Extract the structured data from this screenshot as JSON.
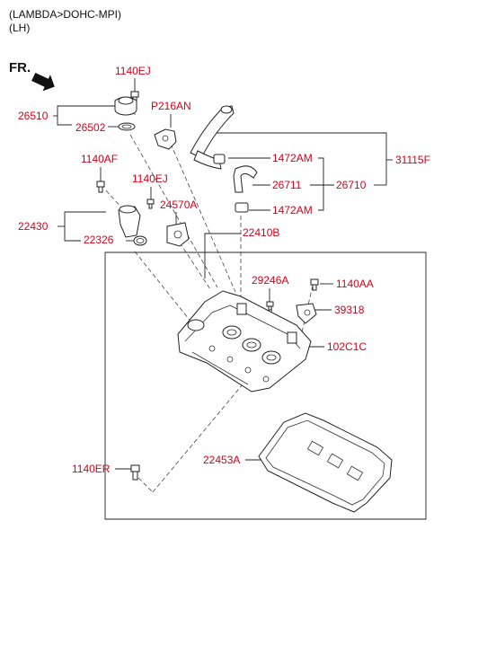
{
  "header": {
    "line1": "(LAMBDA>DOHC-MPI)",
    "line2": "(LH)"
  },
  "direction_label": "FR.",
  "parts": {
    "p1140EJ_top": "1140EJ",
    "p26510": "26510",
    "p26502": "26502",
    "pP216AN": "P216AN",
    "p1140AF": "1140AF",
    "p1140EJ_mid": "1140EJ",
    "p24570A": "24570A",
    "p1472AM_top": "1472AM",
    "p31115F": "31115F",
    "p26711": "26711",
    "p26710": "26710",
    "p1472AM_bot": "1472AM",
    "p22430": "22430",
    "p22326": "22326",
    "p22410B": "22410B",
    "p29246A": "29246A",
    "p1140AA": "1140AA",
    "p39318": "39318",
    "p102C1C": "102C1C",
    "p22453A": "22453A",
    "p1140ER": "1140ER"
  },
  "colors": {
    "label": "#d8001a",
    "line": "#222222"
  }
}
